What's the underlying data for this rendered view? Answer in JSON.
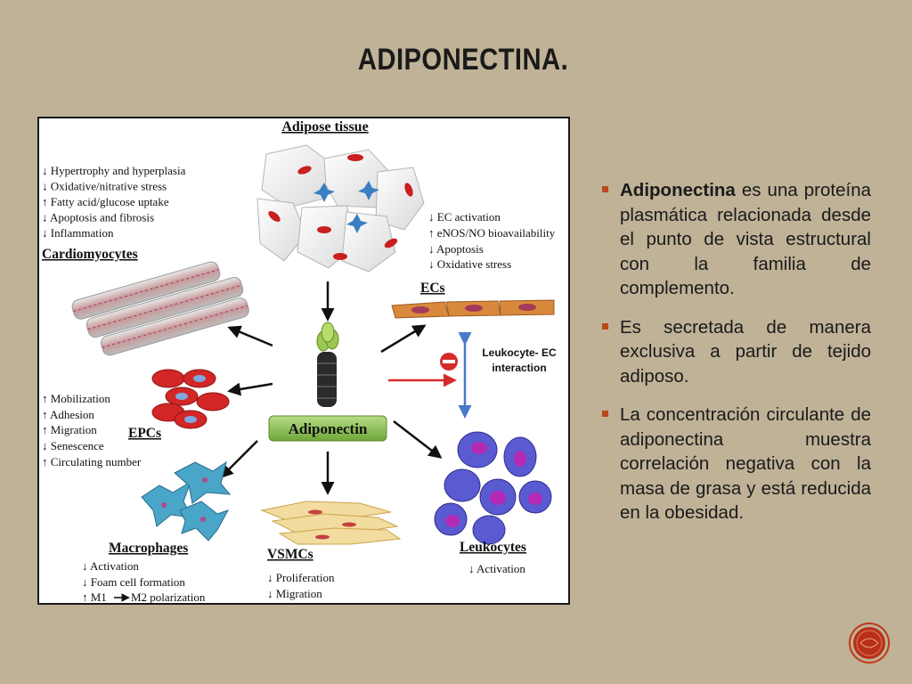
{
  "slide": {
    "title": "ADIPONECTINA."
  },
  "figure": {
    "adipose_title": "Adipose tissue",
    "center_label": "Adiponectin",
    "cardio": {
      "items": [
        "↓ Hypertrophy and hyperplasia",
        "↓ Oxidative/nitrative stress",
        "↑ Fatty acid/glucose uptake",
        "↓ Apoptosis and fibrosis",
        "↓ Inflammation"
      ],
      "title": "Cardiomyocytes"
    },
    "ecs": {
      "items": [
        "↓ EC activation",
        "↑ eNOS/NO bioavailability",
        "↓ Apoptosis",
        "↓ Oxidative stress"
      ],
      "title": "ECs"
    },
    "leuko_ec": {
      "line1": "Leukocyte- EC",
      "line2": "interaction"
    },
    "epcs": {
      "items": [
        "↑ Mobilization",
        "↑ Adhesion",
        "↑ Migration",
        "↓ Senescence",
        "↑ Circulating number"
      ],
      "title": "EPCs"
    },
    "macrophages": {
      "title": "Macrophages",
      "items": [
        "↓ Activation",
        "↓ Foam cell formation",
        "↑ M1",
        "M2 polarization"
      ]
    },
    "vsmcs": {
      "title": "VSMCs",
      "items": [
        "↓ Proliferation",
        "↓ Migration"
      ]
    },
    "leukocytes": {
      "title": "Leukocytes",
      "items": [
        "↓ Activation"
      ]
    }
  },
  "bullets": [
    {
      "bold": "Adiponectina",
      "text": " es una proteína plasmática relacionada desde el punto de vista estructural con la familia de complemento."
    },
    {
      "bold": "",
      "text": "Es secretada de manera exclusiva a partir de tejido adiposo."
    },
    {
      "bold": "",
      "text": "La concentración circulante de adiponectina muestra correlación negativa con la masa de grasa y está reducida en la obesidad."
    }
  ],
  "colors": {
    "background": "#bfb297",
    "bullet_marker": "#b9481d",
    "adiponectin_box": "#8fc25a",
    "arrow_red": "#d62a2a",
    "arrow_blue": "#4a79c9"
  },
  "icons": [
    "arrow-right-icon",
    "inhibition-icon",
    "logo-icon"
  ]
}
